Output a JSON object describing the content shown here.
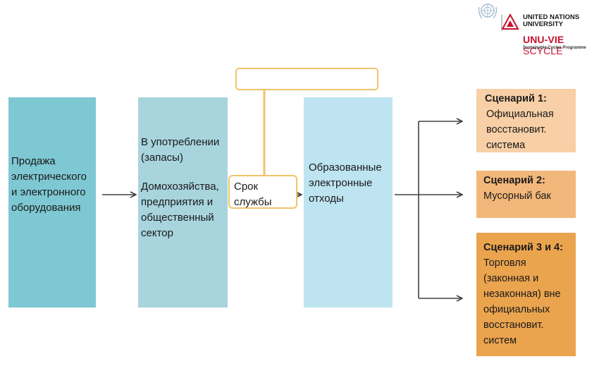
{
  "logo": {
    "un_emblem": "un-emblem",
    "unu_title": "UNITED NATIONS\nUNIVERSITY",
    "scycle_bold": "UNU-VIE",
    "scycle_light": "SCYCLE",
    "scycle_tagline": "Sustainable Cycles Programme"
  },
  "flow": {
    "sales": "Продажа\nэлектрического\nи электронного\nоборудования",
    "in_use_line1": "В употреблении\n(запасы)",
    "in_use_line2": "Домохозяйства,\nпредприятия и\nобщественный\nсектор",
    "lifetime": "Срок\nслужбы",
    "generated_waste": "Образованные\nэлектронные\nотходы",
    "empty_callout": ""
  },
  "scenarios": [
    {
      "title": "Сценарий 1:",
      "text": "Официальная\nвосстановит.\nсистема"
    },
    {
      "title": "Сценарий 2:",
      "text": "Мусорный бак"
    },
    {
      "title": "Сценарий 3 и 4:",
      "text": "Торговля\n(законная и\nнезаконная) вне\nофициальных\nвосстановит.\nсистем"
    }
  ],
  "colors": {
    "sales_fill": "#7ec8d3",
    "in_use_fill": "#a8d4de",
    "waste_fill": "#bde4f0",
    "scenario1_fill": "#f8cfa6",
    "scenario2_fill": "#f2b77a",
    "scenario34_fill": "#eba44e",
    "callout_border": "#f2c36b",
    "arrow": "#404040",
    "brand_red": "#c8102e"
  }
}
